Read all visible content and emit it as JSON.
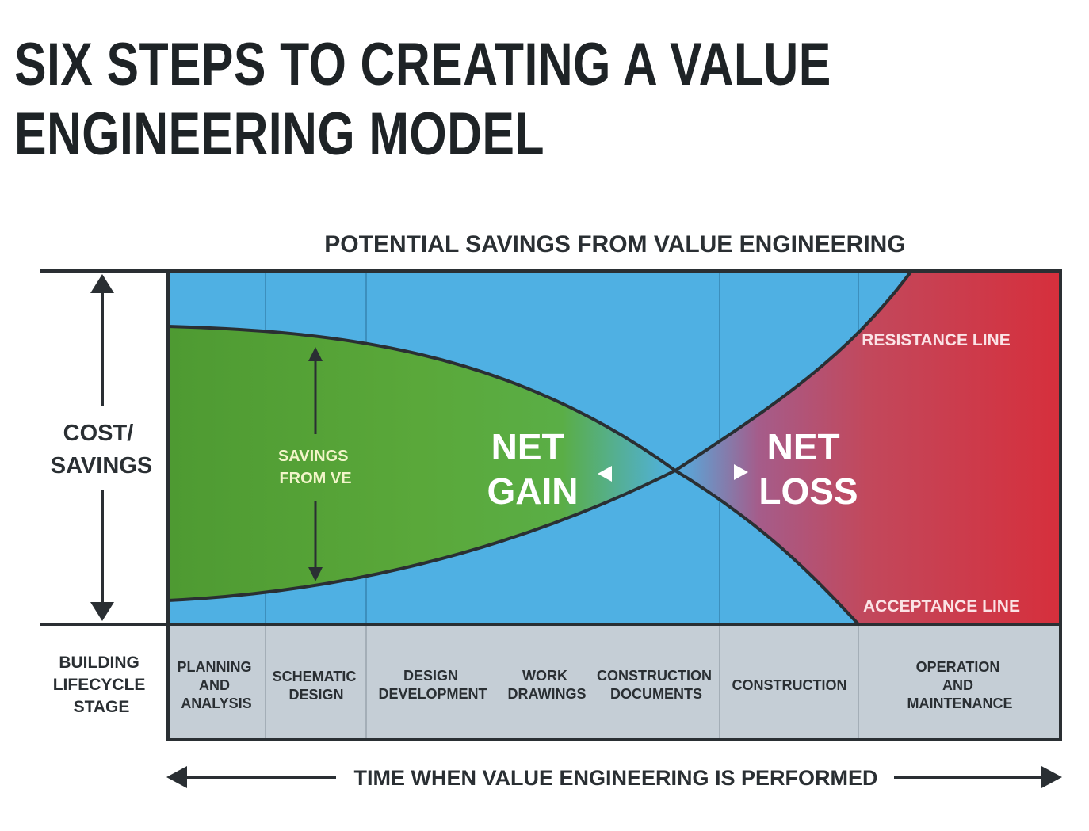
{
  "headline": "SIX STEPS TO CREATING A VALUE ENGINEERING MODEL",
  "diagram": {
    "title": "POTENTIAL SAVINGS FROM VALUE ENGINEERING",
    "y_axis_label": [
      "COST/",
      "SAVINGS"
    ],
    "savings_label": [
      "SAVINGS",
      "FROM VE"
    ],
    "net_gain_label": [
      "NET",
      "GAIN"
    ],
    "net_loss_label": [
      "NET",
      "LOSS"
    ],
    "resistance_line_label": "RESISTANCE LINE",
    "acceptance_line_label": "ACCEPTANCE LINE",
    "stage_row_label": [
      "BUILDING",
      "LIFECYCLE",
      "STAGE"
    ],
    "stages": [
      [
        "PLANNING",
        "AND",
        "ANALYSIS"
      ],
      [
        "SCHEMATIC",
        "DESIGN"
      ],
      [
        "DESIGN",
        "DEVELOPMENT"
      ],
      [
        "WORK",
        "DRAWINGS"
      ],
      [
        "CONSTRUCTION",
        "DOCUMENTS"
      ],
      [
        "CONSTRUCTION"
      ],
      [
        "OPERATION",
        "AND",
        "MAINTENANCE"
      ]
    ],
    "time_axis_label": "TIME WHEN VALUE ENGINEERING IS PERFORMED",
    "colors": {
      "background_blue": "#4fb0e3",
      "gain_green": "#4e9a32",
      "loss_red": "#d62f3c",
      "stage_gray": "#c5ced6",
      "line_dark": "#2a2f33"
    }
  }
}
